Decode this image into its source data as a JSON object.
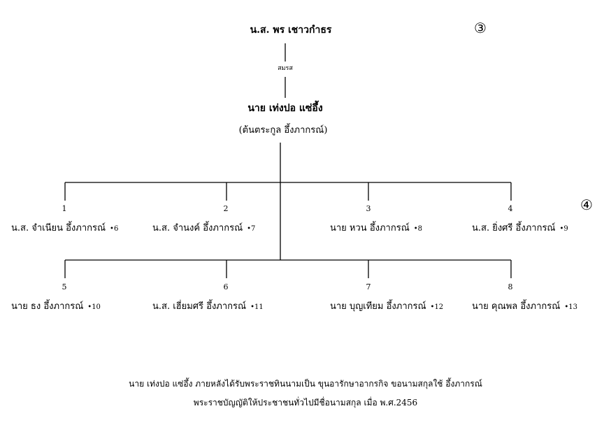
{
  "top_person": "น.ส. พร เชาวกำธร",
  "generation_top": "③",
  "relation_label": "สมรส",
  "main_person": "นาย เท่งปอ แซ่อึ้ง",
  "main_subtitle": "(ต้นตระกูล อึ้งภากรณ์)",
  "generation_children": "④",
  "children": [
    {
      "num": "1",
      "name": "น.ส. จำเนียน  อึ้งภากรณ์",
      "ref": "•6"
    },
    {
      "num": "2",
      "name": "น.ส. จำนงค์  อึ้งภากรณ์",
      "ref": "•7"
    },
    {
      "num": "3",
      "name": "นาย หวน  อึ้งภากรณ์",
      "ref": "•8"
    },
    {
      "num": "4",
      "name": "น.ส. ยิ่งศรี  อึ้งภากรณ์",
      "ref": "•9"
    },
    {
      "num": "5",
      "name": "นาย ธง  อึ้งภากรณ์",
      "ref": "•10"
    },
    {
      "num": "6",
      "name": "น.ส. เฮี่ยมศรี  อึ้งภากรณ์",
      "ref": "•11"
    },
    {
      "num": "7",
      "name": "นาย บุญเทียม  อึ้งภากรณ์",
      "ref": "•12"
    },
    {
      "num": "8",
      "name": "นาย คุณพล  อึ้งภากรณ์",
      "ref": "•13"
    }
  ],
  "footnote_line1": "นาย เท่งปอ แซ่อึ้ง  ภายหลังได้รับพระราชทินนามเป็น  ขุนอารักษาอากรกิจ  ขอนามสกุลใช้  อึ้งภากรณ์",
  "footnote_line2": "พระราชบัญญัติให้ประชาชนทั่วไปมีชื่อนามสกุล เมื่อ พ.ศ.2456"
}
